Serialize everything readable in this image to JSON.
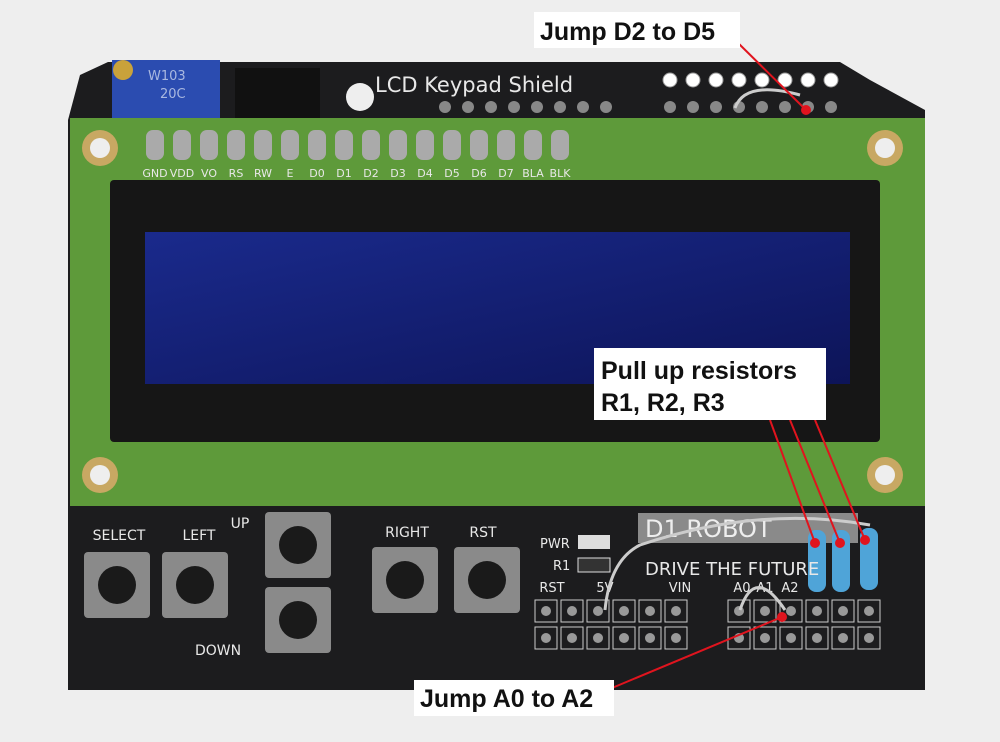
{
  "board": {
    "title": "LCD Keypad Shield",
    "pot_label_1": "W103",
    "pot_label_2": "20C",
    "pin_labels": [
      "GND",
      "VDD",
      "VO",
      "RS",
      "RW",
      "E",
      "D0",
      "D1",
      "D2",
      "D3",
      "D4",
      "D5",
      "D6",
      "D7",
      "BLA",
      "BLK"
    ],
    "buttons": [
      "SELECT",
      "LEFT",
      "UP",
      "DOWN",
      "RIGHT",
      "RST"
    ],
    "pwr_label": "PWR",
    "r1_label": "R1",
    "brand": "D1 ROBOT",
    "slogan": "DRIVE THE FUTURE",
    "header_labels": [
      "RST",
      "5V",
      "VIN",
      "A0",
      "A1",
      "A2"
    ]
  },
  "annotations": {
    "jump_d2_d5": "Jump D2 to D5",
    "pullup_line1": "Pull up resistors",
    "pullup_line2": "R1, R2, R3",
    "jump_a0_a2": "Jump A0 to A2"
  },
  "colors": {
    "annotation_line": "#e0141e",
    "pcb_green": "#5e9a3a",
    "lcd_blue": "#17227a"
  }
}
